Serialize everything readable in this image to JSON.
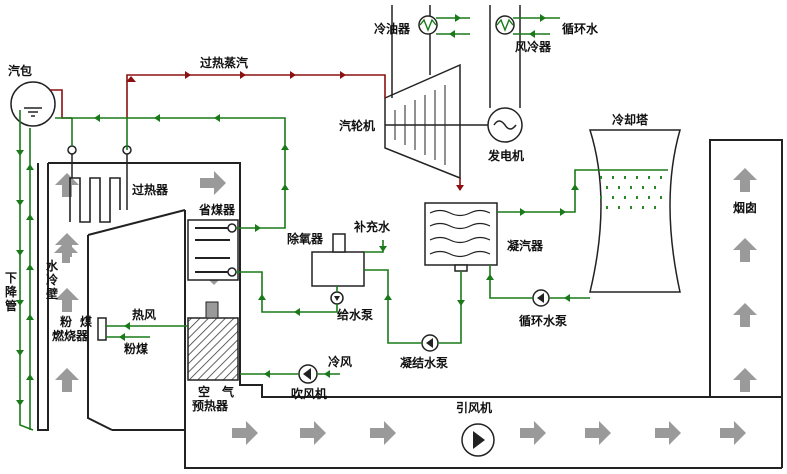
{
  "diagram": {
    "labels": {
      "steam_drum": "汽包",
      "superheated_steam": "过热蒸汽",
      "oil_cooler": "冷油器",
      "circulating_water_top": "循环水",
      "air_cooler": "风冷器",
      "turbine": "汽轮机",
      "generator": "发电机",
      "cooling_tower": "冷却塔",
      "superheater": "过热器",
      "economizer": "省煤器",
      "deaerator": "除氧器",
      "makeup_water": "补充水",
      "condenser": "凝汽器",
      "chimney": "烟囱",
      "downcomer": "下降管",
      "water_wall": "水冷壁",
      "burner": "粉煤燃烧器",
      "hot_air": "热风",
      "pulverized_coal": "粉煤",
      "feed_pump": "给水泵",
      "circulating_pump": "循环水泵",
      "condensate_pump": "凝结水泵",
      "cold_air": "冷风",
      "blower": "吹风机",
      "air_preheater": "空气预热器",
      "induced_draft_fan": "引风机"
    },
    "colors": {
      "water_pipe": "#1a7a1a",
      "steam_pipe": "#8b1010",
      "flue_gas_arrow": "#9a9a9a",
      "outline": "#222222"
    }
  }
}
